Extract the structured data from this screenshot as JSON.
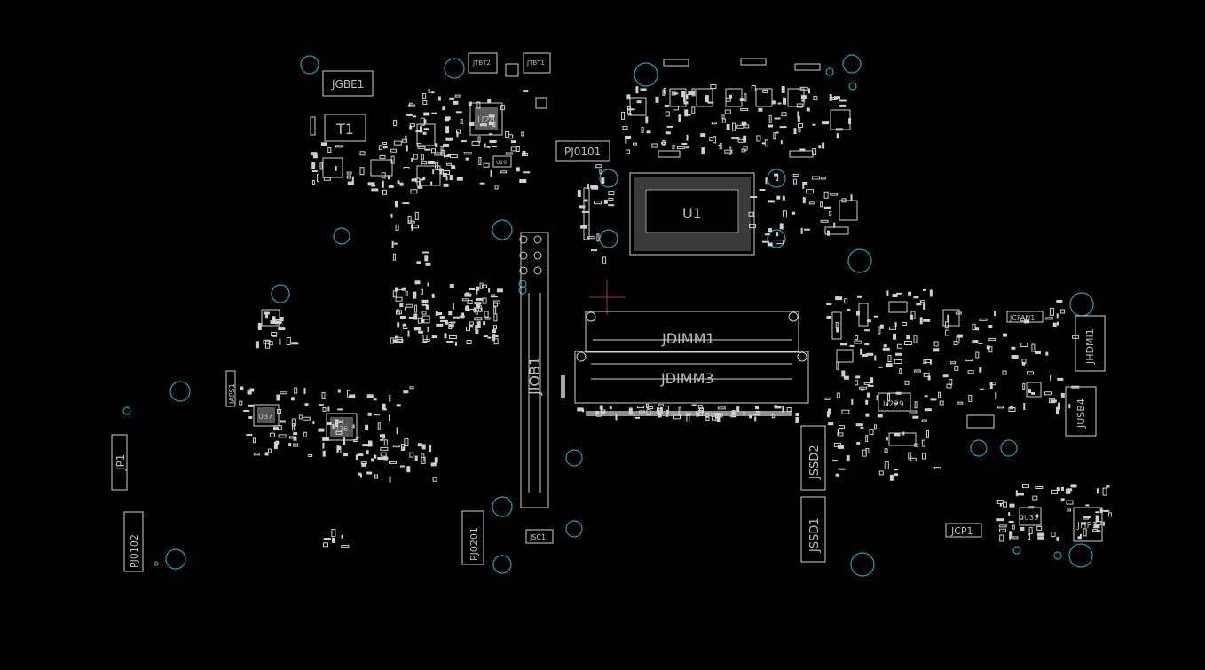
{
  "board": {
    "background": "#000000",
    "silkscreen_color": "#d0d0d0",
    "hole_color": "#1aa3b8",
    "cursor_color": "#b03030"
  },
  "labels": {
    "jgbe1": "JGBE1",
    "t1": "T1",
    "jtbt2": "JTBT2",
    "jtbt1": "JTBT1",
    "u28": "U28",
    "u29": "U29",
    "pj0101": "PJ0101",
    "u1": "U1",
    "jiob1": "JIOB1",
    "jdimm1": "JDIMM1",
    "jdimm3": "JDIMM3",
    "japs1": "JAPS1",
    "u37": "U37",
    "u36": "U36",
    "jp1": "JP1",
    "pj0102": "PJ0102",
    "pj0201": "PJ0201",
    "jsc1": "JSC1",
    "jssd2": "JSSD2",
    "jssd1": "JSSD1",
    "jcfan1": "JCFAN1",
    "jhdmi1": "JHDMI1",
    "u229": "U229",
    "jusb4": "JUSB4",
    "jcp1": "JCP1",
    "u33": "U33",
    "jhp1": "JHP1"
  }
}
